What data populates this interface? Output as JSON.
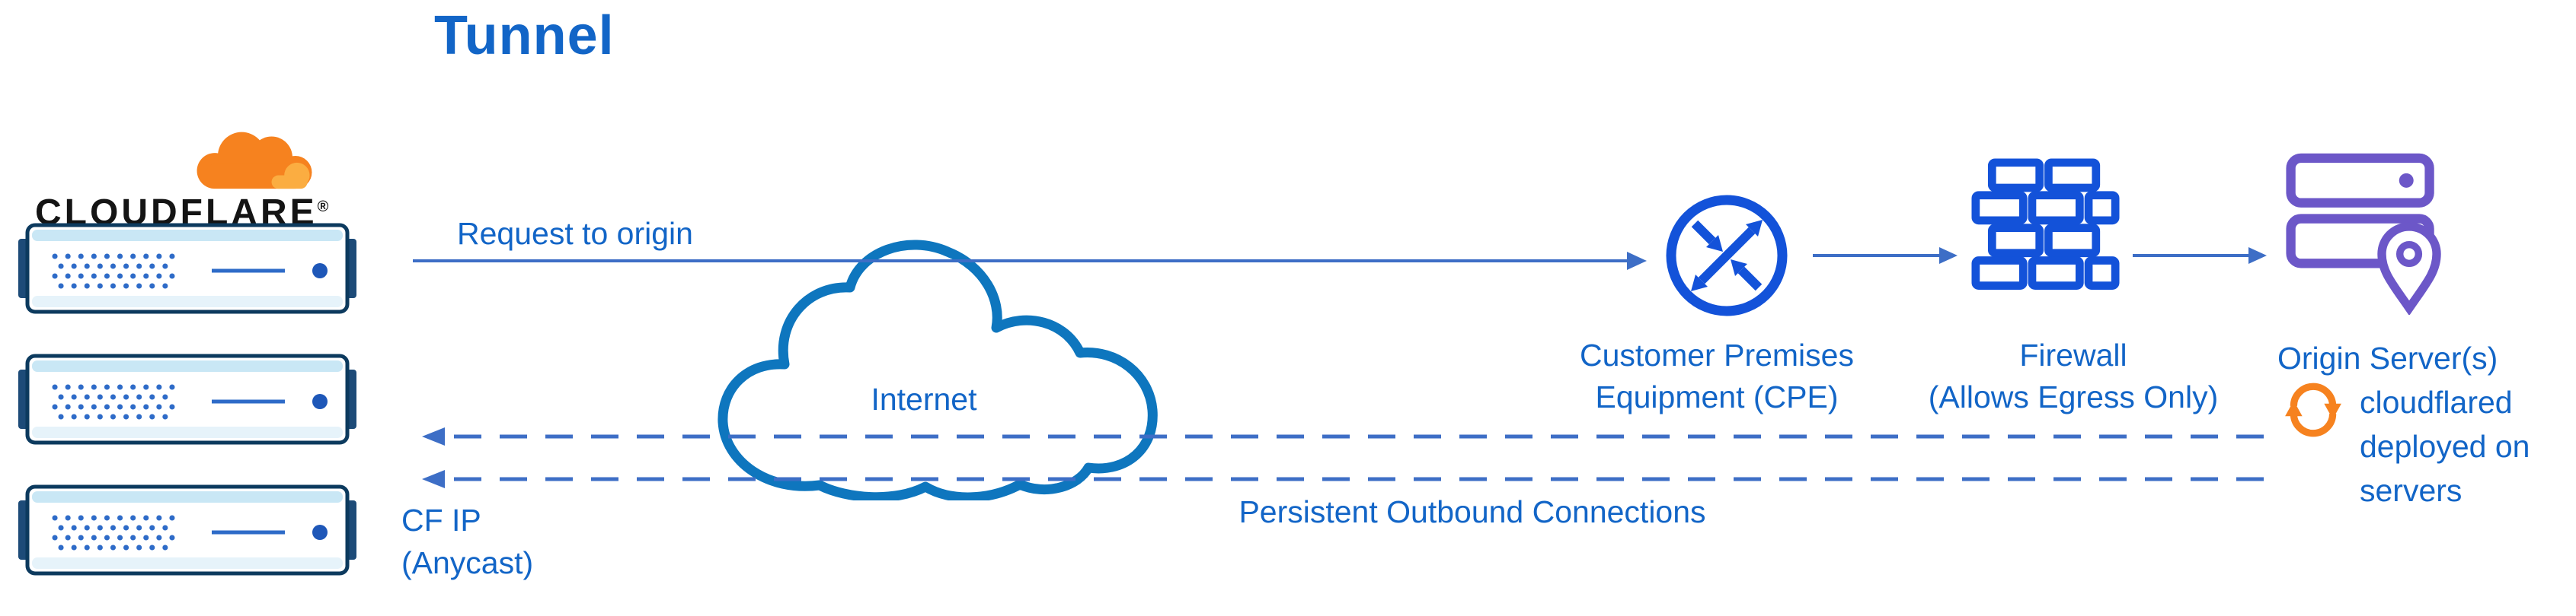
{
  "title": "Tunnel",
  "logo": {
    "text": "CLOUDFLARE",
    "registered": "®"
  },
  "labels": {
    "request": "Request to origin",
    "internet": "Internet",
    "cpe": [
      "Customer Premises",
      "Equipment (CPE)"
    ],
    "firewall": [
      "Firewall",
      "(Allows Egress Only)"
    ],
    "origin": "Origin Server(s)",
    "cloudflared": [
      "cloudflared",
      "deployed on",
      "servers"
    ],
    "persistent": "Persistent Outbound Connections",
    "cf_ip": [
      "CF IP",
      "(Anycast)"
    ]
  },
  "icons": {
    "cloudflare_logo": "cloudflare-cloud-icon",
    "edge_server": "server-appliance-icon",
    "internet": "cloud-icon",
    "cpe": "router-icon",
    "firewall": "brick-wall-icon",
    "origin": "server-stack-location-icon",
    "cloudflared": "sync-arrows-icon"
  },
  "colors": {
    "text_blue": "#1265C7",
    "connector_blue": "#3D6EC6",
    "cloud_outline_blue": "#0E76BE",
    "icon_blue": "#1352D9",
    "server_accent_blue": "#2E6BC8",
    "server_outline_navy": "#0C3A5E",
    "origin_purple": "#6C57C8",
    "brand_orange": "#F6821F",
    "brand_orange_light": "#FBAD41"
  }
}
